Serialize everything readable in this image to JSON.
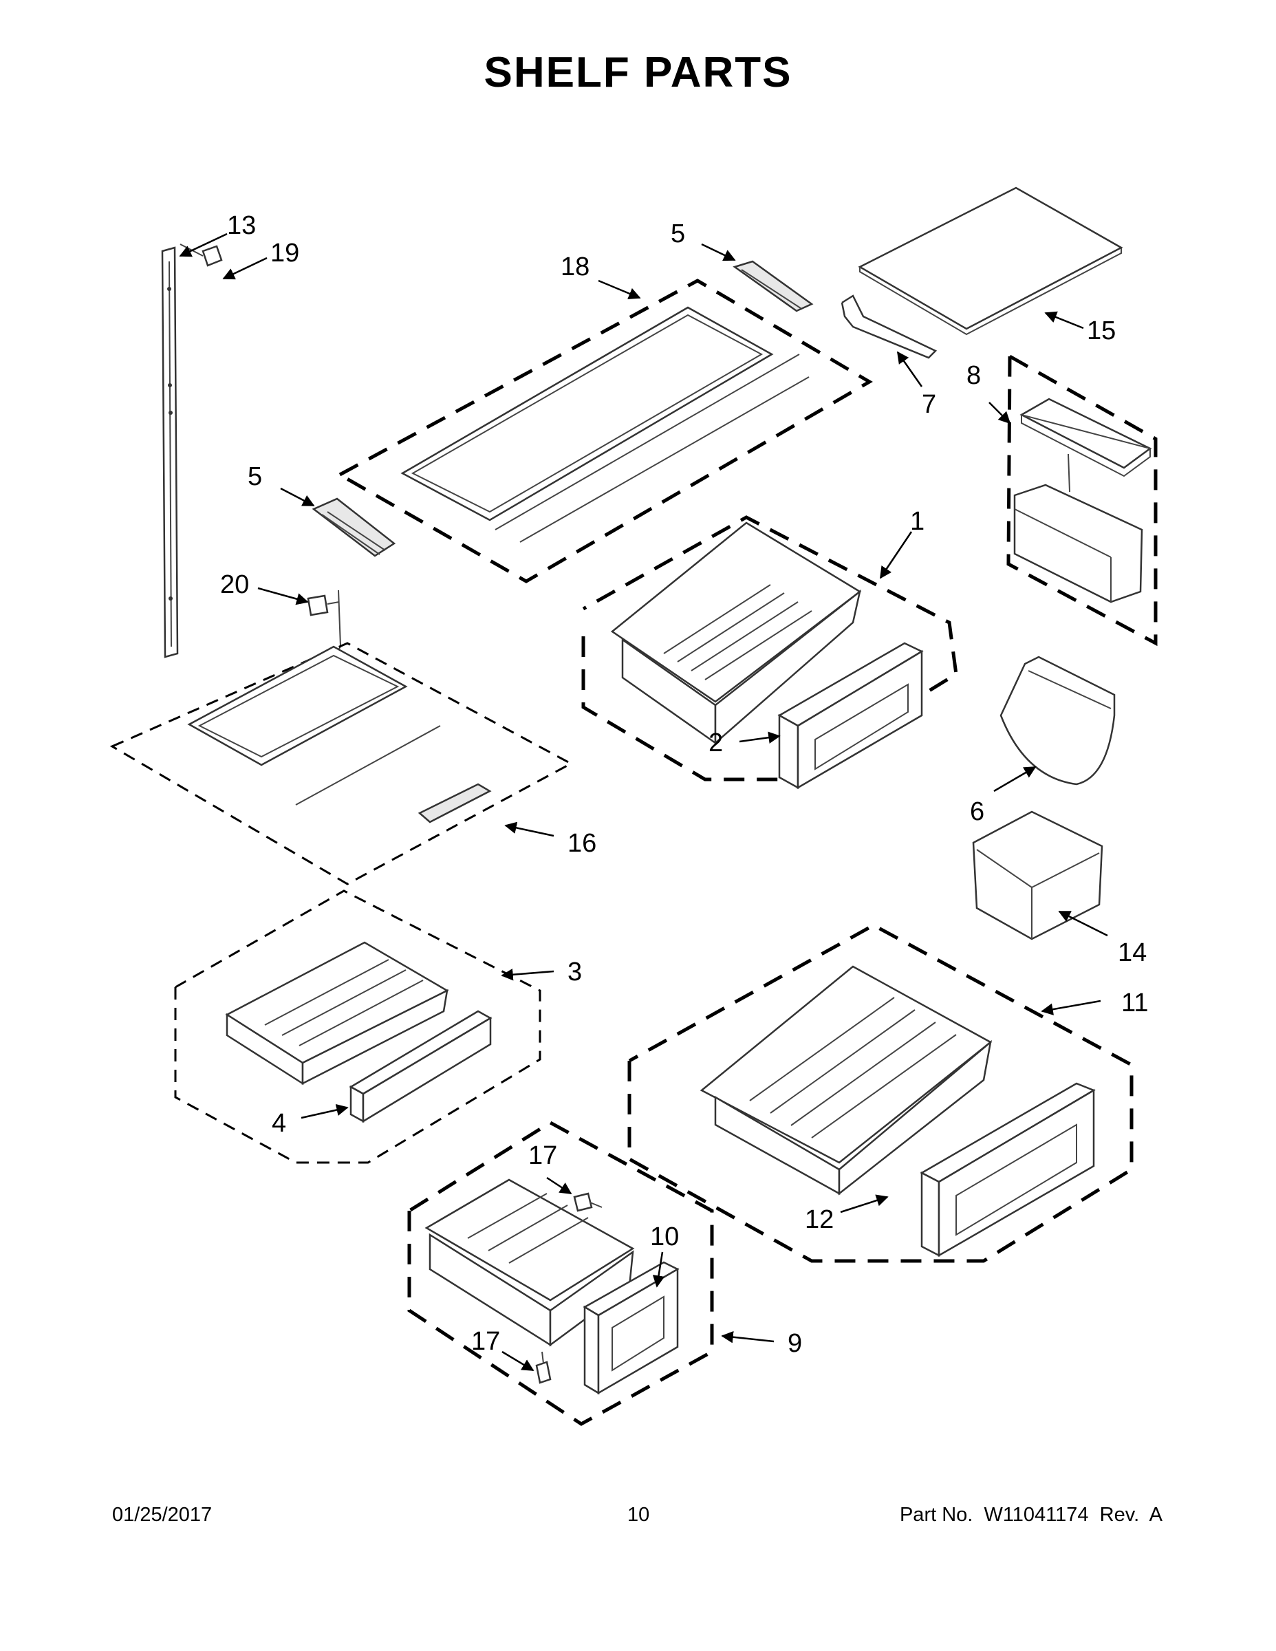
{
  "title": "SHELF PARTS",
  "footer": {
    "date": "01/25/2017",
    "page": "10",
    "part_no": "Part No.  W11041174  Rev.  A"
  },
  "callouts": {
    "c1": "1",
    "c2": "2",
    "c3": "3",
    "c4": "4",
    "c5a": "5",
    "c5b": "5",
    "c6": "6",
    "c7": "7",
    "c8": "8",
    "c9": "9",
    "c10": "10",
    "c11": "11",
    "c12": "12",
    "c13": "13",
    "c14": "14",
    "c15": "15",
    "c16": "16",
    "c17a": "17",
    "c17b": "17",
    "c18": "18",
    "c19": "19",
    "c20": "20"
  }
}
